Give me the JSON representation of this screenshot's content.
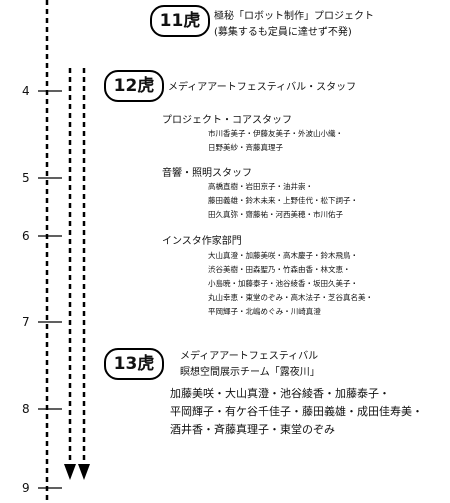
{
  "timeline": {
    "months": [
      "4",
      "5",
      "6",
      "7",
      "8",
      "9"
    ]
  },
  "header": {
    "badge": "11虎",
    "title": "極秘「ロボット制作」プロジェクト",
    "subtitle": "(募集するも定員に達せず不発)"
  },
  "block12": {
    "badge": "12虎",
    "title": "メディアアートフェスティバル・スタッフ",
    "groups": [
      {
        "heading": "プロジェクト・コアスタッフ",
        "lines": [
          "市川香美子・伊藤友美子・外波山小織・",
          "日野美紗・斉藤真理子"
        ]
      },
      {
        "heading": "音響・照明スタッフ",
        "lines": [
          "高橋直樹・岩田京子・油井崇・",
          "藤田義雄・鈴木未来・上野佳代・松下詞子・",
          "田久真弥・齋藤祐・河西美穂・市川佑子"
        ]
      },
      {
        "heading": "インスタ作家部門",
        "lines": [
          "大山真澄・加藤美咲・高木慶子・鈴木飛鳥・",
          "渋谷美樹・田森聖乃・竹森由香・林文恵・",
          "小島暁・加藤泰子・池谷綾香・坂田久美子・",
          "丸山幸恵・東堂のぞみ・高木法子・芝谷真名美・",
          "平岡輝子・北嶋めぐみ・川崎真澄"
        ]
      }
    ]
  },
  "block13": {
    "badge": "13虎",
    "title": "メディアアートフェスティバル",
    "subtitle": "瞑想空間展示チーム「露夜川」",
    "lines": [
      "加藤美咲・大山真澄・池谷綾香・加藤泰子・",
      "平岡輝子・有ケ谷千佳子・藤田義雄・成田佳寿美・",
      "酒井香・斉藤真理子・東堂のぞみ"
    ]
  }
}
